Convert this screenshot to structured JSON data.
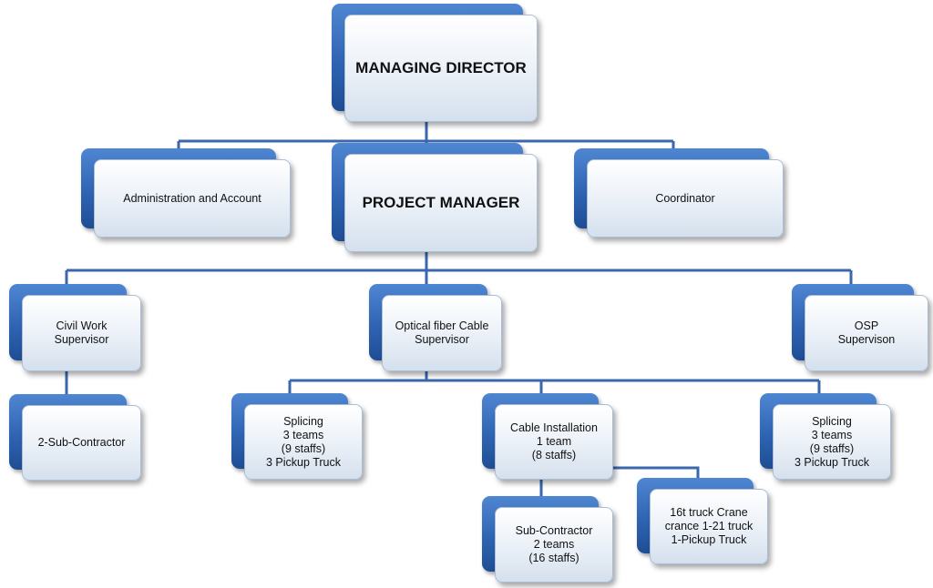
{
  "colors": {
    "connector": "#3b67ae",
    "box_back": "#2f64b3",
    "box_front": "#e6edf6"
  },
  "nodes": {
    "managing_director": "MANAGING DIRECTOR",
    "administration_account": "Administration and Account",
    "project_manager": "PROJECT MANAGER",
    "coordinator": "Coordinator",
    "civil_work_supervisor": "Civil Work\nSupervisor",
    "optical_fiber_supervisor": "Optical fiber Cable\nSupervisor",
    "osp_supervisor": "OSP\nSupervison",
    "sub_contractor_2": "2-Sub-Contractor",
    "splicing_left": "Splicing\n3 teams\n(9 staffs)\n3 Pickup Truck",
    "cable_installation": "Cable Installation\n1 team\n(8 staffs)",
    "splicing_right": "Splicing\n3 teams\n(9 staffs)\n3 Pickup Truck",
    "sub_contractor_teams": "Sub-Contractor\n2 teams\n(16 staffs)",
    "truck_crane": "16t truck Crane\ncrance 1-21 truck\n1-Pickup Truck"
  }
}
